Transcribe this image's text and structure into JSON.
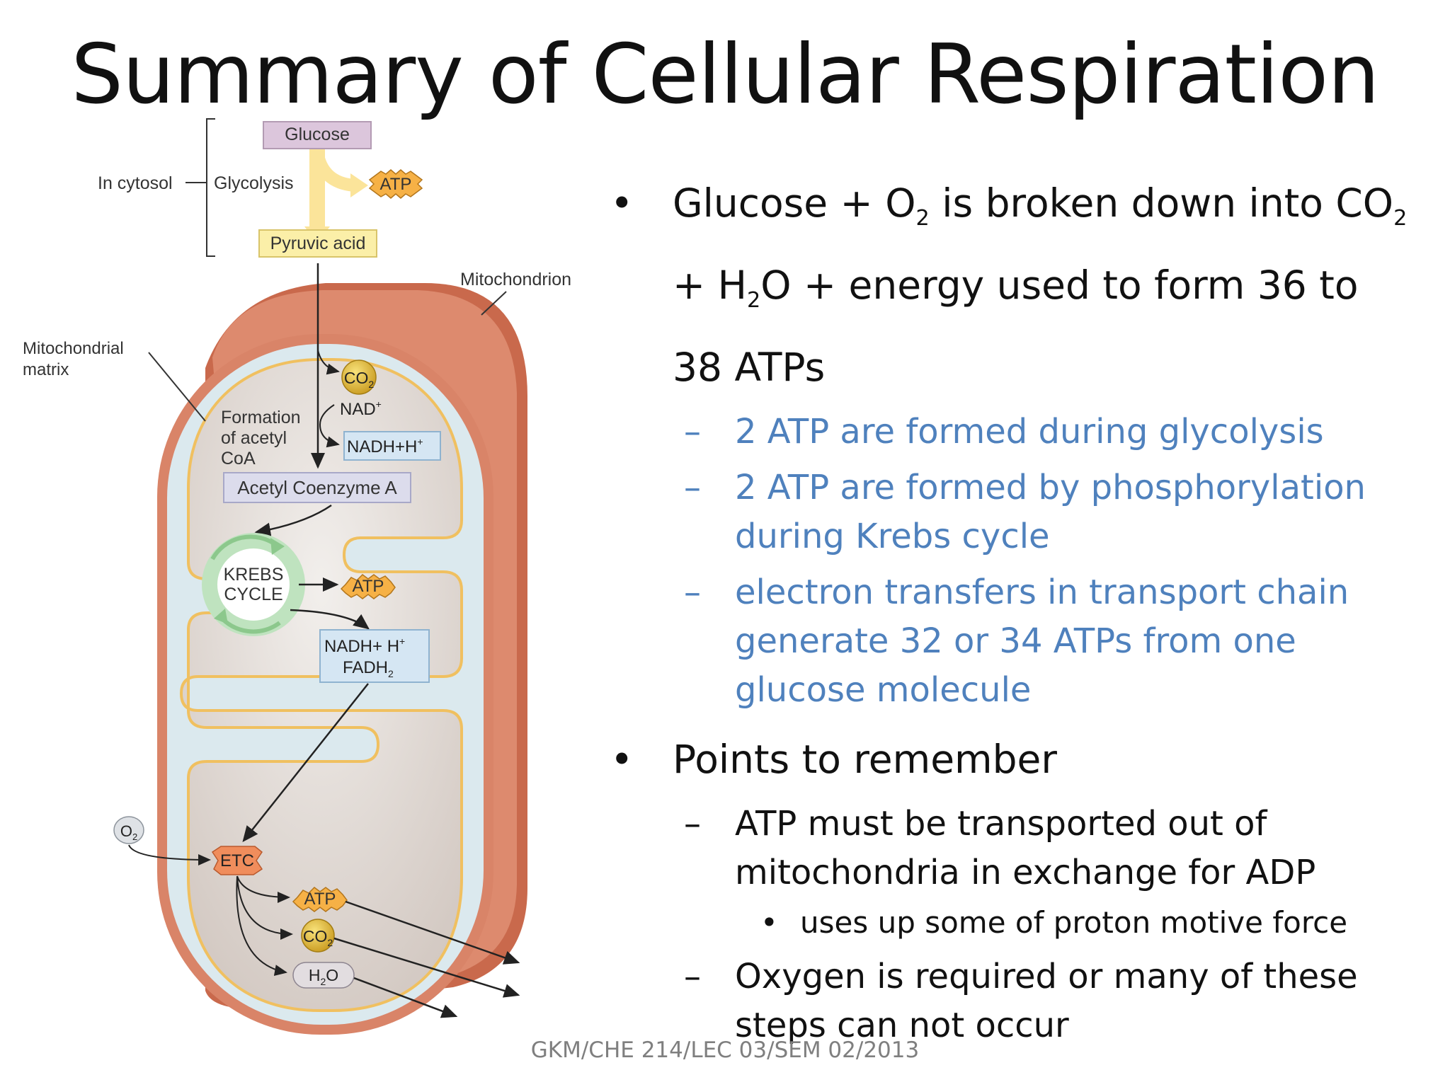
{
  "slide": {
    "title": "Summary of Cellular Respiration",
    "footer": "GKM/CHE 214/LEC 03/SEM 02/2013"
  },
  "bullets": {
    "b1": {
      "part1": "Glucose + O",
      "sub1": "2",
      "part2": " is broken down into CO",
      "sub2": "2",
      "part3": "+ H",
      "sub3": "2",
      "part4": "O + energy used to form 36 to 38 ATPs",
      "subs": [
        {
          "text": "2 ATP are formed during glycolysis"
        },
        {
          "text": "2 ATP are formed by  phosphorylation during Krebs cycle"
        },
        {
          "text": "electron transfers in transport chain generate 32 or 34 ATPs from one glucose molecule"
        }
      ]
    },
    "b2": {
      "text": "Points to remember",
      "sub1": "ATP must be transported out of mitochondria in exchange for ADP",
      "sub1_child": "uses up some of proton motive force",
      "sub2": "Oxygen is required or many of these steps can not occur"
    }
  },
  "diagram": {
    "glucose": "Glucose",
    "in_cytosol": "In cytosol",
    "glycolysis": "Glycolysis",
    "atp": "ATP",
    "pyruvic_acid": "Pyruvic acid",
    "mitochondrion": "Mitochondrion",
    "matrix_line1": "Mitochondrial",
    "matrix_line2": "matrix",
    "co2": "CO",
    "sub2": "2",
    "nad": "NAD",
    "plus": "+",
    "formation1": "Formation",
    "formation2": "of acetyl",
    "formation3": "CoA",
    "nadh": "NADH+H",
    "acetyl_coa": "Acetyl Coenzyme A",
    "krebs1": "KREBS",
    "krebs2": "CYCLE",
    "nadh2": "NADH+ H",
    "fadh": "FADH",
    "o2": "O",
    "etc": "ETC",
    "h2o_h": "H",
    "h2o_o": "O",
    "colors": {
      "membrane": "#d87a5c",
      "inner_space": "#dbe9ee",
      "matrix": "#d8d0cb",
      "label_box": "#dcc6dc",
      "yellow_box": "#fbefa8",
      "blue_box": "#d5e6f3",
      "atp_star": "#f6b146",
      "etc": "#f08d5c",
      "bullet_sub_blue": "#4f81bd"
    }
  }
}
